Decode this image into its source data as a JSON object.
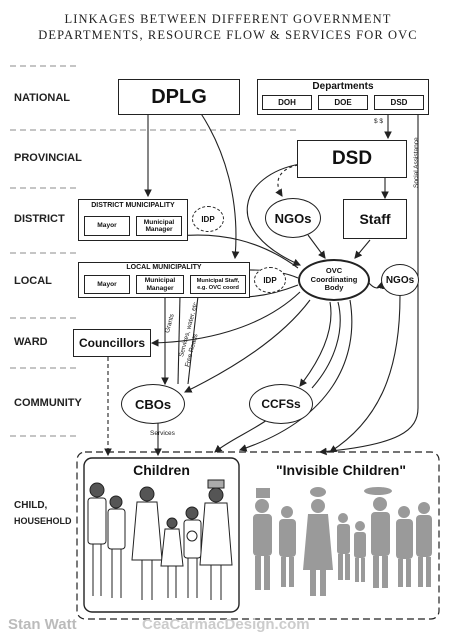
{
  "title": {
    "line1": "LINKAGES BETWEEN DIFFERENT GOVERNMENT",
    "line2": "DEPARTMENTS, RESOURCE FLOW & SERVICES FOR OVC"
  },
  "levels": {
    "national": "NATIONAL",
    "provincial": "PROVINCIAL",
    "district": "DISTRICT",
    "local": "LOCAL",
    "ward": "WARD",
    "community": "COMMUNITY",
    "child_line1": "CHILD,",
    "child_line2": "HOUSEHOLD"
  },
  "nodes": {
    "dplg": "DPLG",
    "departments": "Departments",
    "doh": "DOH",
    "doe": "DOE",
    "dsd_dept": "DSD",
    "dsd": "DSD",
    "district_municipality": "DISTRICT MUNICIPALITY",
    "mayor": "Mayor",
    "municipal_manager": "Municipal Manager",
    "idp": "IDP",
    "ngos": "NGOs",
    "staff": "Staff",
    "local_municipality": "LOCAL MUNICIPALITY",
    "local_mayor": "Mayor",
    "local_manager": "Municipal Manager",
    "municipal_staff": "Municipal Staff, e.g. OVC coord",
    "local_idp": "IDP",
    "ovc_line1": "OVC",
    "ovc_line2": "Coordinating",
    "ovc_line3": "Body",
    "ngos_local": "NGOs",
    "councillors": "Councillors",
    "cbos": "CBOs",
    "ccfss": "CCFSs",
    "children": "Children",
    "invisible_children": "\"Invisible Children\""
  },
  "edge_labels": {
    "dollars": "$  $",
    "social_assistance": "Social Assistance",
    "grants": "Grants",
    "services_water": "Services, water, etc",
    "free_roads": "Free Roads",
    "services": "Services"
  },
  "watermarks": {
    "artist": "Stan Watt",
    "site": "CeaCarmacDesign.com"
  },
  "colors": {
    "ink": "#222222",
    "silhouette": "#9a9a9a",
    "background": "#ffffff"
  }
}
